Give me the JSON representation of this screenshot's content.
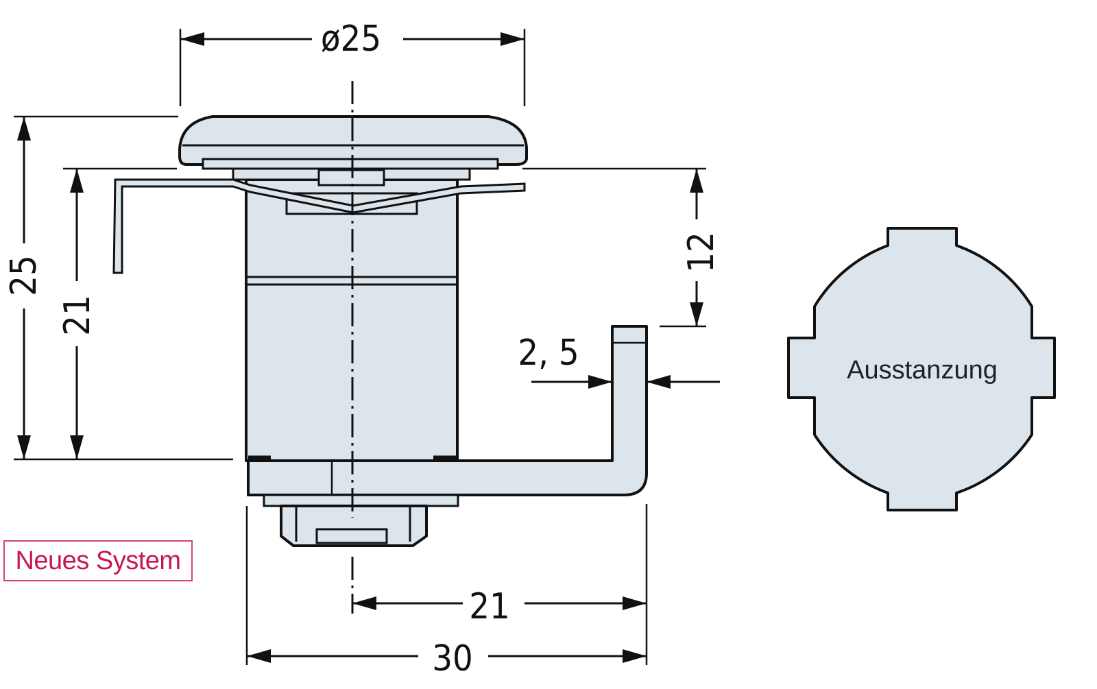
{
  "dimensions": {
    "top_diameter": "ø25",
    "overall_height": "25",
    "body_height": "21",
    "cam_offset_height": "12",
    "cam_thickness": "2, 5",
    "cam_reach": "21",
    "overall_width": "30"
  },
  "labels": {
    "cutout": "Ausstanzung",
    "system_badge": "Neues System"
  },
  "colors": {
    "part_fill": "#dde5ec",
    "outline": "#111111",
    "badge_accent": "#c8184b"
  }
}
